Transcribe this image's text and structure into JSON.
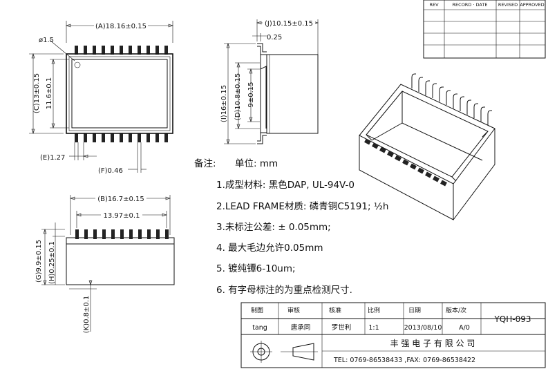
{
  "revision_block": {
    "headers": [
      "REV",
      "RECORD · DATE",
      "REVISED",
      "APPROVED"
    ]
  },
  "top_view": {
    "dim_a": "(A)18.16±0.15",
    "dim_c": "(C)13±0.15",
    "dim_inner": "11.6±0.1",
    "dim_hole": "ø1.5",
    "dim_e": "(E)1.27",
    "dim_f": "(F)0.46"
  },
  "side_view": {
    "dim_j": "(J)10.15±0.15",
    "dim_thk": "0.25",
    "dim_i": "(I)16±0.15",
    "dim_d": "(D)10.8±0.15",
    "dim_9": "9±0.15"
  },
  "front_view": {
    "dim_b": "(B)16.7±0.15",
    "dim_1397": "13.97±0.1",
    "dim_g": "(G)9.9±0.15",
    "dim_h": "(H)0.25±0.1",
    "dim_k": "(K)0.8±0.1"
  },
  "notes": {
    "heading": "备注:",
    "unit": "单位: mm",
    "items": [
      "1.成型材料:  黑色DAP, UL-94V-0",
      "2.LEAD  FRAME材质: 磷青铜C5191; ½h",
      "3.未标注公差:  ± 0.05mm;",
      "4.  最大毛边允许0.05mm",
      "5.  镀纯镡6-10um;",
      "6.  有字母标注的为重点检测尺寸."
    ]
  },
  "title_block": {
    "headers": [
      "制图",
      "审核",
      "核准",
      "比例",
      "日期",
      "版本/次"
    ],
    "values": [
      "tang",
      "唐承同",
      "罗世利",
      "1:1",
      "2013/08/10",
      "A/0"
    ],
    "part_number": "YQH-093",
    "company": "丰 强 电 子 有 限 公 司",
    "contact": "TEL:  0769-86538433 ,FAX: 0769-86538422"
  }
}
